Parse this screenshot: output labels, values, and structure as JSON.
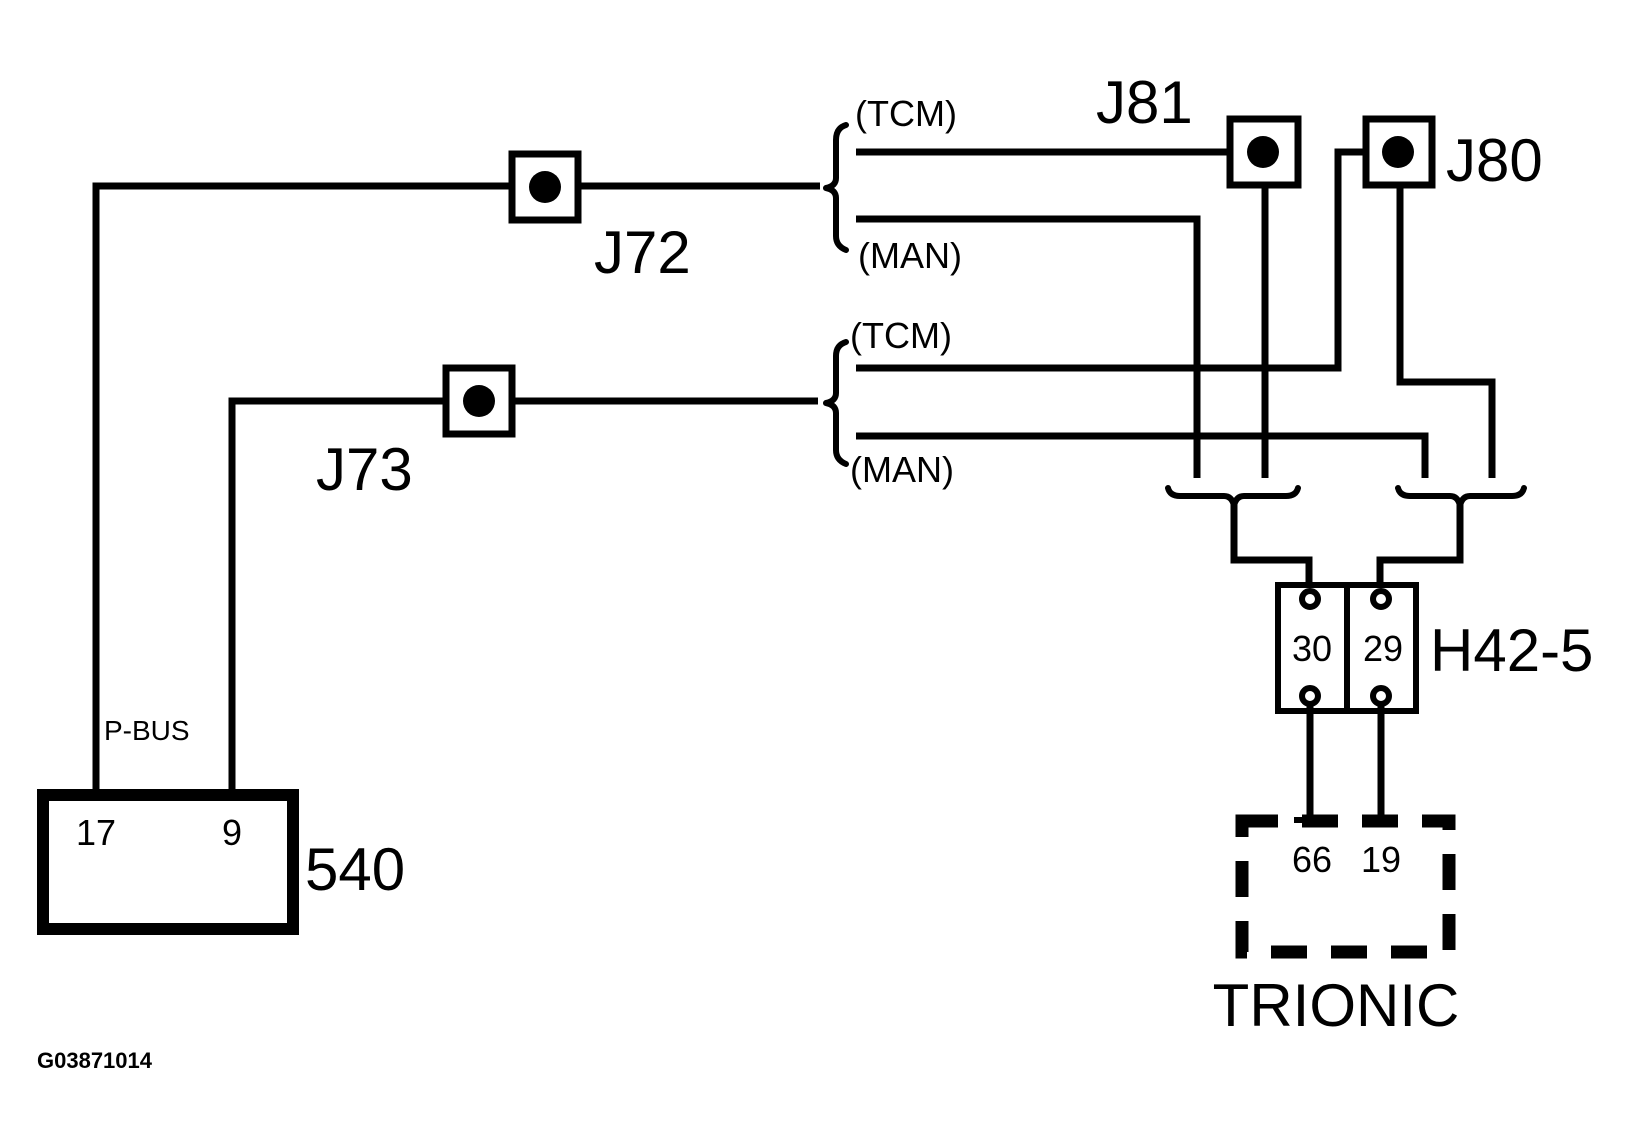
{
  "diagram_id": "G03871014",
  "connectors": {
    "j72": "J72",
    "j73": "J73",
    "j80": "J80",
    "j81": "J81",
    "h42": "H42-5"
  },
  "branch_labels": {
    "upper_tcm": "(TCM)",
    "upper_man": "(MAN)",
    "lower_tcm": "(TCM)",
    "lower_man": "(MAN)"
  },
  "bus_label": "P-BUS",
  "module_540": {
    "name": "540",
    "pin_a": "17",
    "pin_b": "9"
  },
  "h42_pins": {
    "left": "30",
    "right": "29"
  },
  "trionic": {
    "name": "TRIONIC",
    "pin_a": "66",
    "pin_b": "19"
  },
  "colors": {
    "line": "#000000",
    "background": "#ffffff"
  }
}
